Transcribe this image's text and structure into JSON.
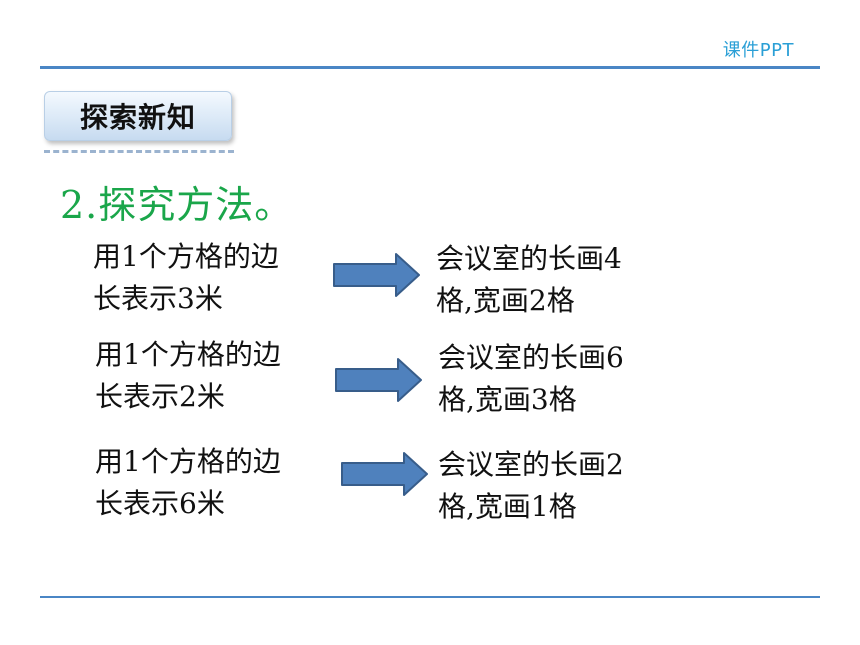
{
  "brand": "课件PPT",
  "section_tag": "探索新知",
  "heading": "2.探究方法。",
  "rows": [
    {
      "left": [
        "用1个方格的边",
        "长表示3米"
      ],
      "right": [
        "会议室的长画4",
        "格,宽画2格"
      ]
    },
    {
      "left": [
        "用1个方格的边",
        "长表示2米"
      ],
      "right": [
        "会议室的长画6",
        "格,宽画3格"
      ]
    },
    {
      "left": [
        "用1个方格的边",
        "长表示6米"
      ],
      "right": [
        "会议室的长画2",
        "格,宽画1格"
      ]
    }
  ],
  "colors": {
    "accent": "#4a86c5",
    "heading": "#1aa64a",
    "brand": "#2a9fd6",
    "arrow_fill": "#4f81bd",
    "arrow_stroke": "#385d8a"
  }
}
